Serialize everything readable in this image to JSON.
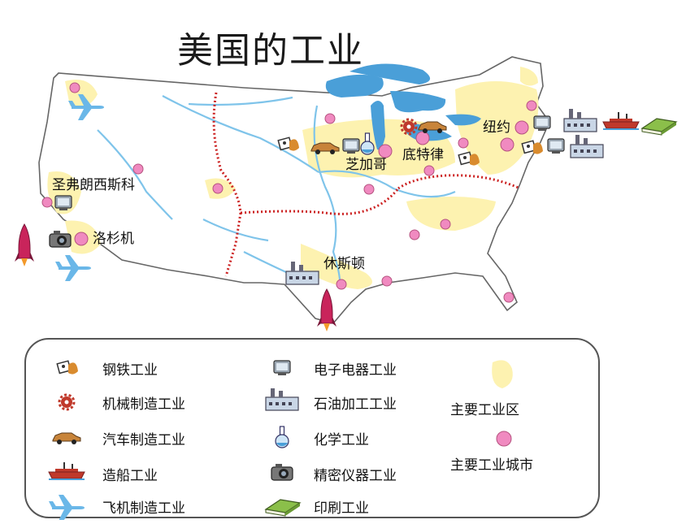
{
  "title": "美国的工业",
  "cities": {
    "san_francisco": "圣弗朗西斯科",
    "los_angeles": "洛杉机",
    "chicago": "芝加哥",
    "detroit": "底特律",
    "new_york": "纽约",
    "houston": "休斯顿"
  },
  "legend": {
    "steel": "钢铁工业",
    "machinery": "机械制造工业",
    "auto": "汽车制造工业",
    "shipbuilding": "造船工业",
    "aircraft": "飞机制造工业",
    "electronics": "电子电器工业",
    "petroleum": "石油加工工业",
    "chemical": "化学工业",
    "precision": "精密仪器工业",
    "printing": "印刷工业",
    "industrial_zone": "主要工业区",
    "industrial_city": "主要工业城市"
  },
  "colors": {
    "land": "#ffffff",
    "water": "#4a9fd8",
    "river": "#7fc4ea",
    "industrial_zone": "#fdf2b0",
    "city": "#f08ac0",
    "boundary": "#cc2222"
  }
}
